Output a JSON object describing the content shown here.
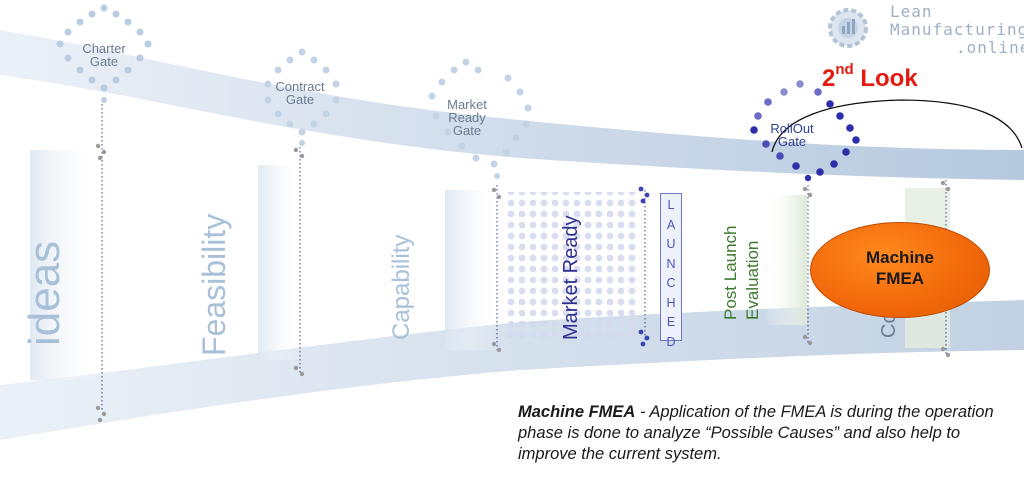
{
  "brand": {
    "line1": "Lean",
    "line2": "Manufacturing",
    "line3": ".online"
  },
  "look": {
    "ordinal": "2",
    "suffix": "nd",
    "word": "Look"
  },
  "gates": [
    {
      "label": "Charter\nGate"
    },
    {
      "label": "Contract\nGate"
    },
    {
      "label": "Market\nReady\nGate"
    },
    {
      "label": "RollOut\nGate"
    }
  ],
  "phases": [
    {
      "label": "ideas",
      "color": "#a8c0d8"
    },
    {
      "label": "Feasibility",
      "color": "#a8c0d8"
    },
    {
      "label": "Capability",
      "color": "#a8c0d8"
    },
    {
      "label": "Market Ready",
      "color": "#2d2f8f"
    },
    {
      "label": "Post Launch\nEvaluation",
      "color": "#3b7a2e"
    },
    {
      "label": "Continuous",
      "color": "#6a7a90"
    }
  ],
  "launched": {
    "letters": [
      "L",
      "A",
      "U",
      "N",
      "C",
      "H",
      "E",
      "D"
    ]
  },
  "oval": {
    "line1": "Machine",
    "line2": "FMEA",
    "color": "#f26a0c"
  },
  "caption": {
    "bold": "Machine FMEA",
    "text": " - Application of the FMEA is during the operation phase is done to analyze “Possible Causes” and also help to improve the current system."
  }
}
